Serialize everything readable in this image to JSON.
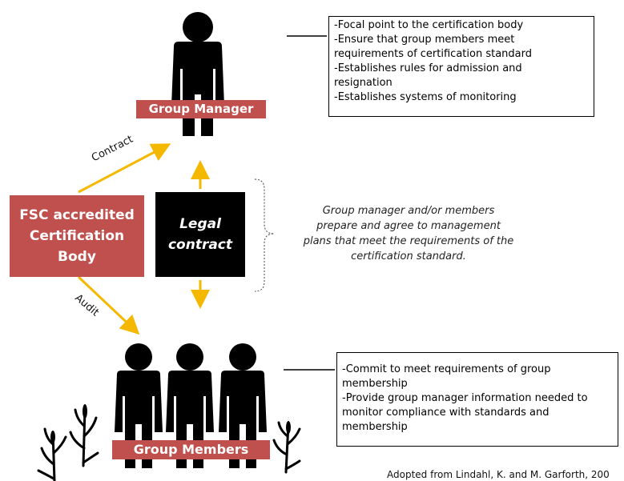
{
  "manager": {
    "label": "Group Manager",
    "duties": [
      "-Focal point to the certification body",
      "-Ensure that group members meet",
      "requirements of certification standard",
      "-Establishes rules for admission and",
      "resignation",
      "-Establishes systems of monitoring"
    ]
  },
  "members": {
    "label": "Group Members",
    "duties": [
      "-Commit to meet requirements of group",
      "membership",
      "-Provide group manager information needed to",
      "monitor compliance with standards and",
      "membership"
    ]
  },
  "certification_body": {
    "lines": [
      "FSC accredited",
      "Certification",
      "Body"
    ]
  },
  "legal_contract": {
    "lines": [
      "Legal",
      "contract"
    ]
  },
  "management_plan_note": {
    "lines": [
      "Group manager and/or members",
      "prepare and agree to management",
      "plans that meet the requirements of the",
      "certification standard."
    ]
  },
  "arrows": {
    "contract_label": "Contract",
    "audit_label": "Audit"
  },
  "credit": "Adopted from Lindahl, K. and M. Garforth, 200",
  "colors": {
    "label_red": "#c0504d",
    "arrow_yellow": "#f5b800",
    "figure_black": "#000000"
  }
}
